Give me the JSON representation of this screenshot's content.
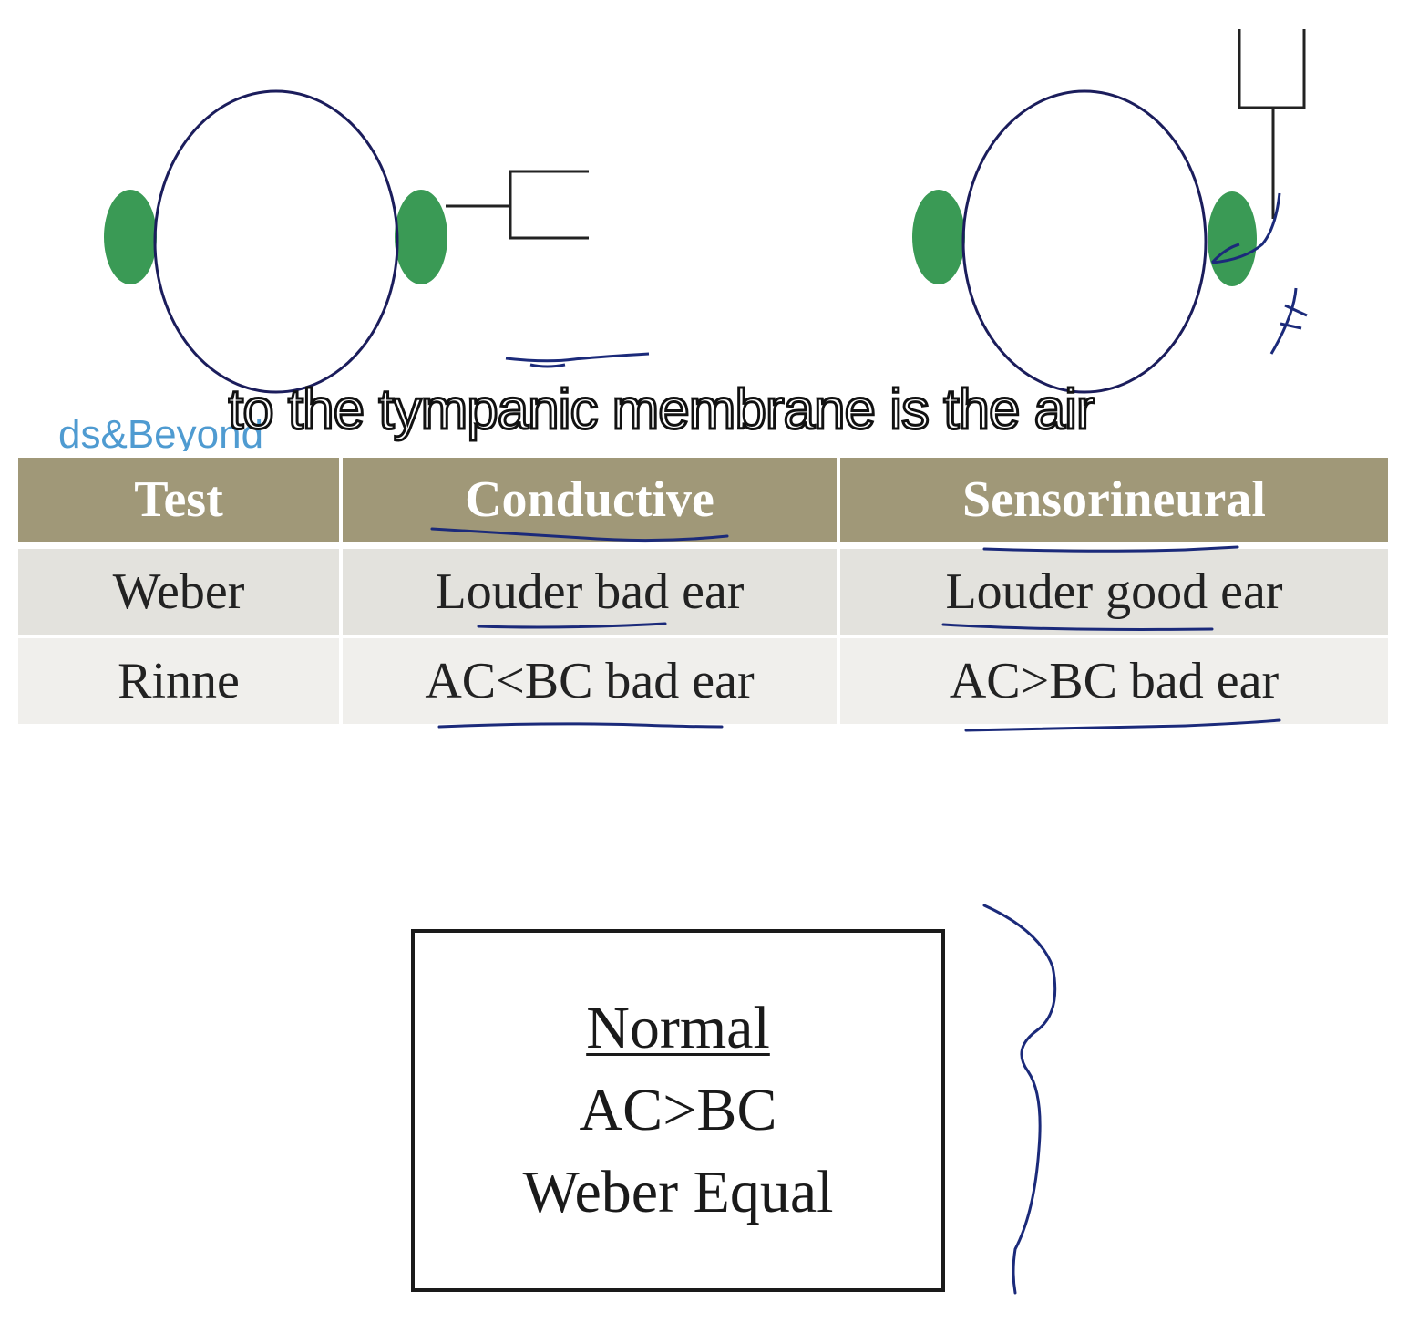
{
  "caption": "to the tympanic membrane is the air",
  "watermark": "ds&Beyond",
  "table": {
    "headers": [
      "Test",
      "Conductive",
      "Sensorineural"
    ],
    "rows": [
      [
        "Weber",
        "Louder bad ear",
        "Louder good ear"
      ],
      [
        "Rinne",
        "AC<BC bad ear",
        "AC>BC bad ear"
      ]
    ]
  },
  "normal_box": {
    "title": "Normal",
    "line1": "AC>BC",
    "line2": "Weber Equal"
  },
  "colors": {
    "ear": "#3a9a55",
    "head_outline": "#1b1d5c",
    "header_bg": "#a09878",
    "ink": "#1b2a7a"
  }
}
